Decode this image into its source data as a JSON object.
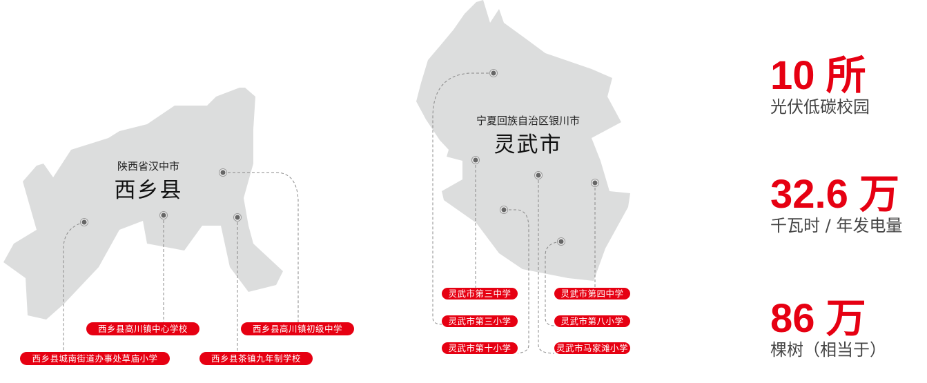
{
  "colors": {
    "accent": "#e60012",
    "map": "#dcdddd",
    "line": "#888888",
    "dot": "#666666"
  },
  "xixiang": {
    "province": "陕西省汉中市",
    "name": "西乡县",
    "schools": [
      "西乡县高川镇中心学校",
      "西乡县高川镇初级中学",
      "西乡县城南街道办事处草庙小学",
      "西乡县茶镇九年制学校"
    ]
  },
  "lingwu": {
    "province": "宁夏回族自治区银川市",
    "name": "灵武市",
    "schools": [
      "灵武市第三中学",
      "灵武市第四中学",
      "灵武市第三小学",
      "灵武市第八小学",
      "灵武市第十小学",
      "灵武市马家滩小学"
    ]
  },
  "stats": [
    {
      "value": "10 所",
      "label": "光伏低碳校园"
    },
    {
      "value": "32.6 万",
      "label": "千瓦时 / 年发电量"
    },
    {
      "value": "86 万",
      "label": "棵树（相当于）"
    }
  ]
}
